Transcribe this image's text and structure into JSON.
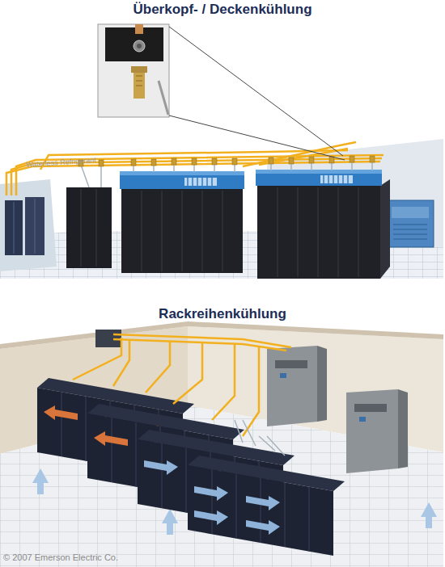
{
  "diagram": {
    "labels": [
      "Überkopf- / Deckenkühlung",
      "Waterless Refrigerant",
      "Rackreihenkühlung",
      "© 2007 Emerson Electric Co."
    ]
  }
}
